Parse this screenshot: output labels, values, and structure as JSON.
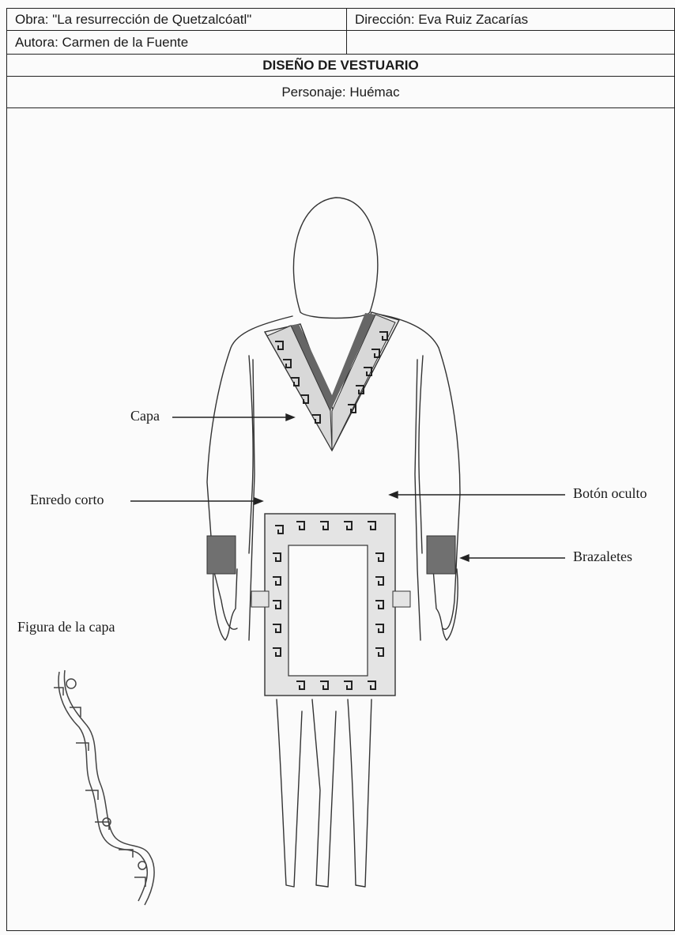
{
  "header": {
    "obra": "Obra: \"La resurrección de Quetzalcóatl\"",
    "direccion": "Dirección: Eva Ruiz Zacarías",
    "autora": "Autora: Carmen de la Fuente",
    "seccion": "DISEÑO DE VESTUARIO",
    "personaje": "Personaje: Huémac"
  },
  "annotations": {
    "capa": "Capa",
    "enredo": "Enredo corto",
    "boton": "Botón oculto",
    "brazaletes": "Brazaletes",
    "figura": "Figura de la capa"
  }
}
